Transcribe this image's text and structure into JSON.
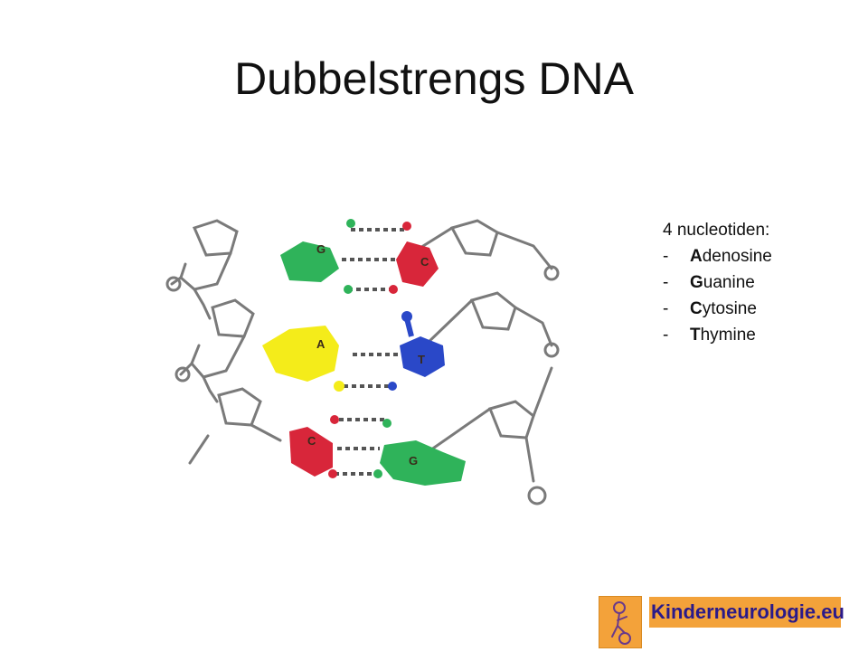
{
  "slide": {
    "title": "Dubbelstrengs DNA"
  },
  "legend": {
    "heading": "4 nucleotiden:",
    "items": [
      {
        "dash": "-",
        "initial": "A",
        "rest": "denosine"
      },
      {
        "dash": "-",
        "initial": "G",
        "rest": "uanine"
      },
      {
        "dash": "-",
        "initial": "C",
        "rest": "ytosine"
      },
      {
        "dash": "-",
        "initial": "T",
        "rest": "hymine"
      }
    ]
  },
  "figure": {
    "bases": {
      "g_top": "G",
      "c_top": "C",
      "a_mid": "A",
      "t_mid": "T",
      "c_bottom": "C",
      "g_bottom": "G"
    },
    "colors": {
      "guanine": "#2fb35a",
      "cytosine": "#d8263a",
      "adenine": "#f4ec1a",
      "thymine": "#2a48c8",
      "backbone": "#7a7a7a"
    }
  },
  "logo": {
    "text": "Kinderneurologie.eu",
    "color": "#f3a23a"
  }
}
